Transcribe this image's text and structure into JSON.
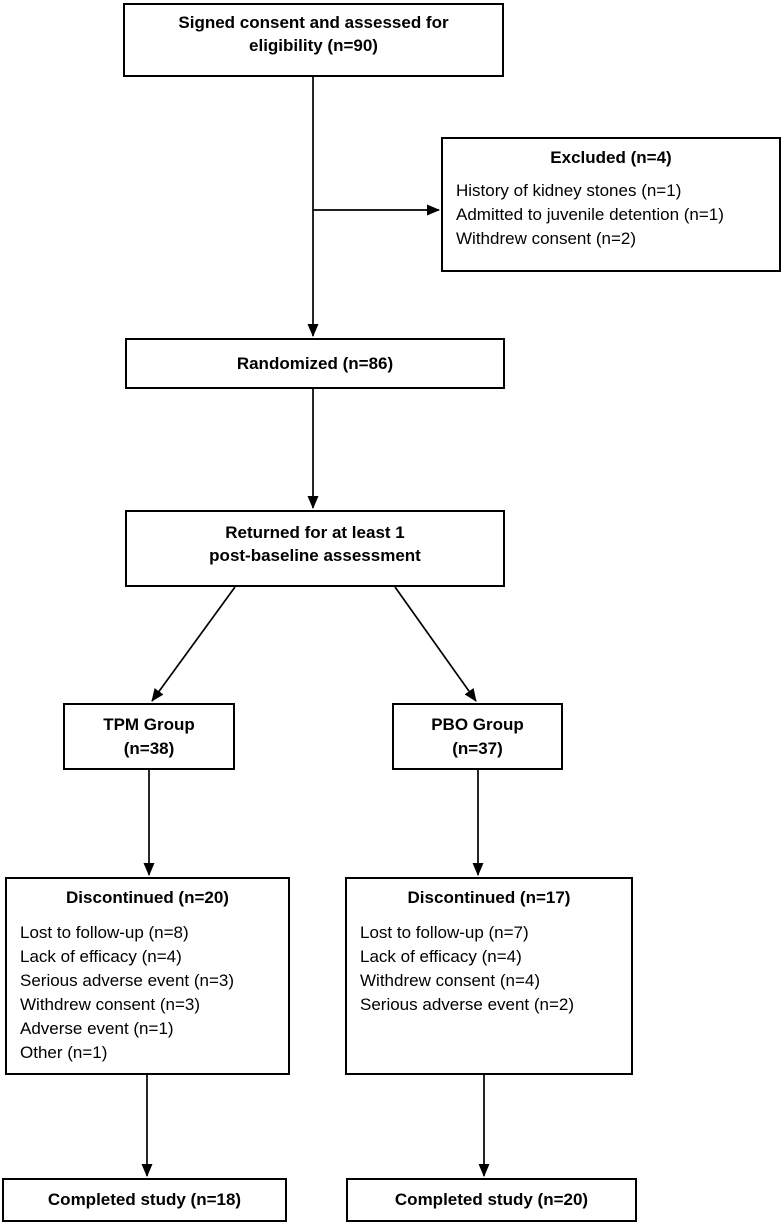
{
  "flow": {
    "consent": {
      "line1": "Signed consent and assessed for",
      "line2": "eligibility (n=90)"
    },
    "excluded": {
      "title": "Excluded (n=4)",
      "reasons": [
        "History of kidney stones (n=1)",
        "Admitted to juvenile detention (n=1)",
        "Withdrew consent (n=2)"
      ]
    },
    "randomized": {
      "label": "Randomized (n=86)"
    },
    "returned": {
      "line1": "Returned for at least 1",
      "line2": "post-baseline assessment"
    },
    "tpm_group": {
      "line1": "TPM Group",
      "line2": "(n=38)"
    },
    "pbo_group": {
      "line1": "PBO Group",
      "line2": "(n=37)"
    },
    "tpm_discontinued": {
      "title": "Discontinued (n=20)",
      "reasons": [
        "Lost to follow-up (n=8)",
        "Lack of efficacy (n=4)",
        "Serious adverse event (n=3)",
        "Withdrew consent (n=3)",
        "Adverse event (n=1)",
        "Other (n=1)"
      ]
    },
    "pbo_discontinued": {
      "title": "Discontinued (n=17)",
      "reasons": [
        "Lost to follow-up (n=7)",
        "Lack of efficacy (n=4)",
        "Withdrew consent (n=4)",
        "Serious adverse event (n=2)"
      ]
    },
    "tpm_completed": {
      "label": "Completed study (n=18)"
    },
    "pbo_completed": {
      "label": "Completed study (n=20)"
    }
  },
  "colors": {
    "background": "#ffffff",
    "box_border": "#000000",
    "box_background": "#ffffff",
    "text": "#000000",
    "arrow": "#000000"
  }
}
